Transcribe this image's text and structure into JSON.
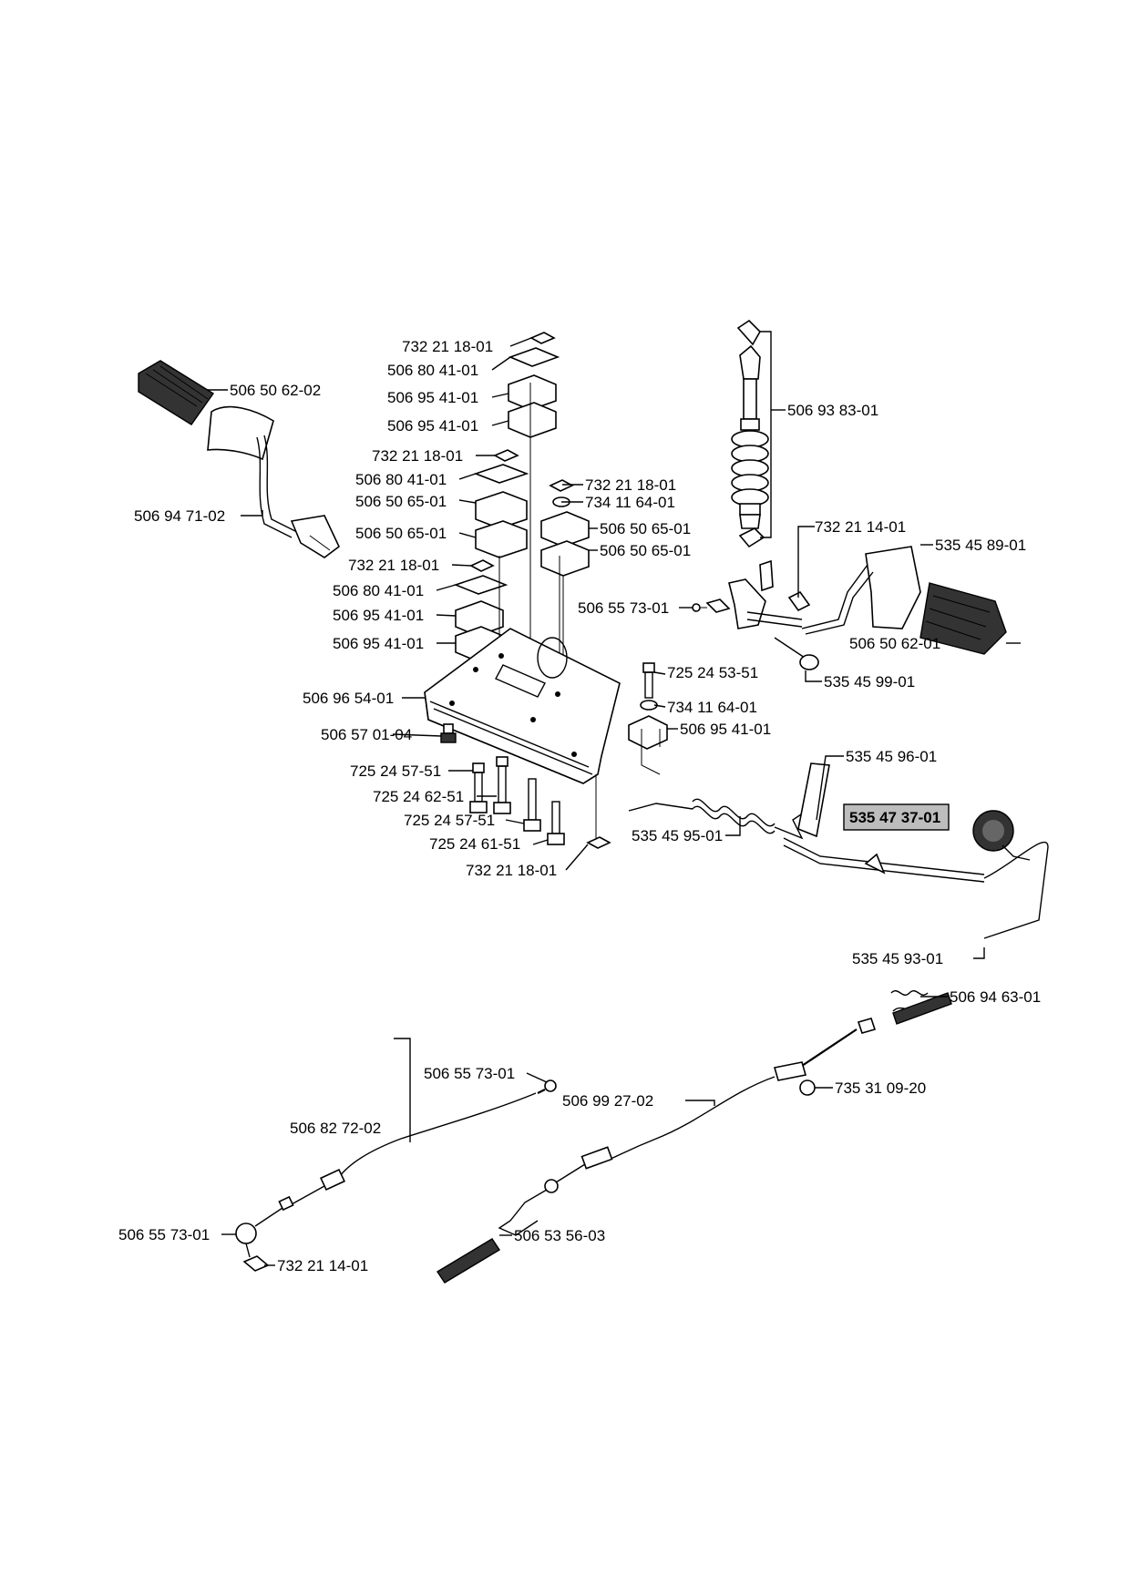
{
  "labels": [
    "732 21 18-01",
    "506 80 41-01",
    "506 95 41-01",
    "506 95 41-01",
    "732 21 18-01",
    "506 80 41-01",
    "506 50 65-01",
    "506 50 65-01",
    "732 21 18-01",
    "506 80 41-01",
    "506 95 41-01",
    "506 95 41-01",
    "506 96 54-01",
    "506 57 01-04",
    "725 24 57-51",
    "725 24 62-51",
    "725 24 57-51",
    "725 24 61-51",
    "732 21 18-01",
    "732 21 18-01",
    "734 11 64-01",
    "506 50 65-01",
    "506 50 65-01",
    "506 50 62-02",
    "506 94 71-02",
    "506 93 83-01",
    "732 21 14-01",
    "535 45 89-01",
    "506 55 73-01",
    "506 50 62-01",
    "535 45 99-01",
    "725 24 53-51",
    "734 11 64-01",
    "506 95 41-01",
    "535 45 96-01",
    "535 47 37-01",
    "535 45 95-01",
    "535 45 93-01",
    "506 94 63-01",
    "735 31 09-20",
    "506 55 73-01",
    "506 99 27-02",
    "506 82 72-02",
    "506 55 73-01",
    "506 53 56-03",
    "732 21 14-01"
  ],
  "highlight_label": "535 47 37-01",
  "colors": {
    "line": "#000000",
    "highlight_box": "#bdbdbd",
    "background": "#ffffff"
  }
}
